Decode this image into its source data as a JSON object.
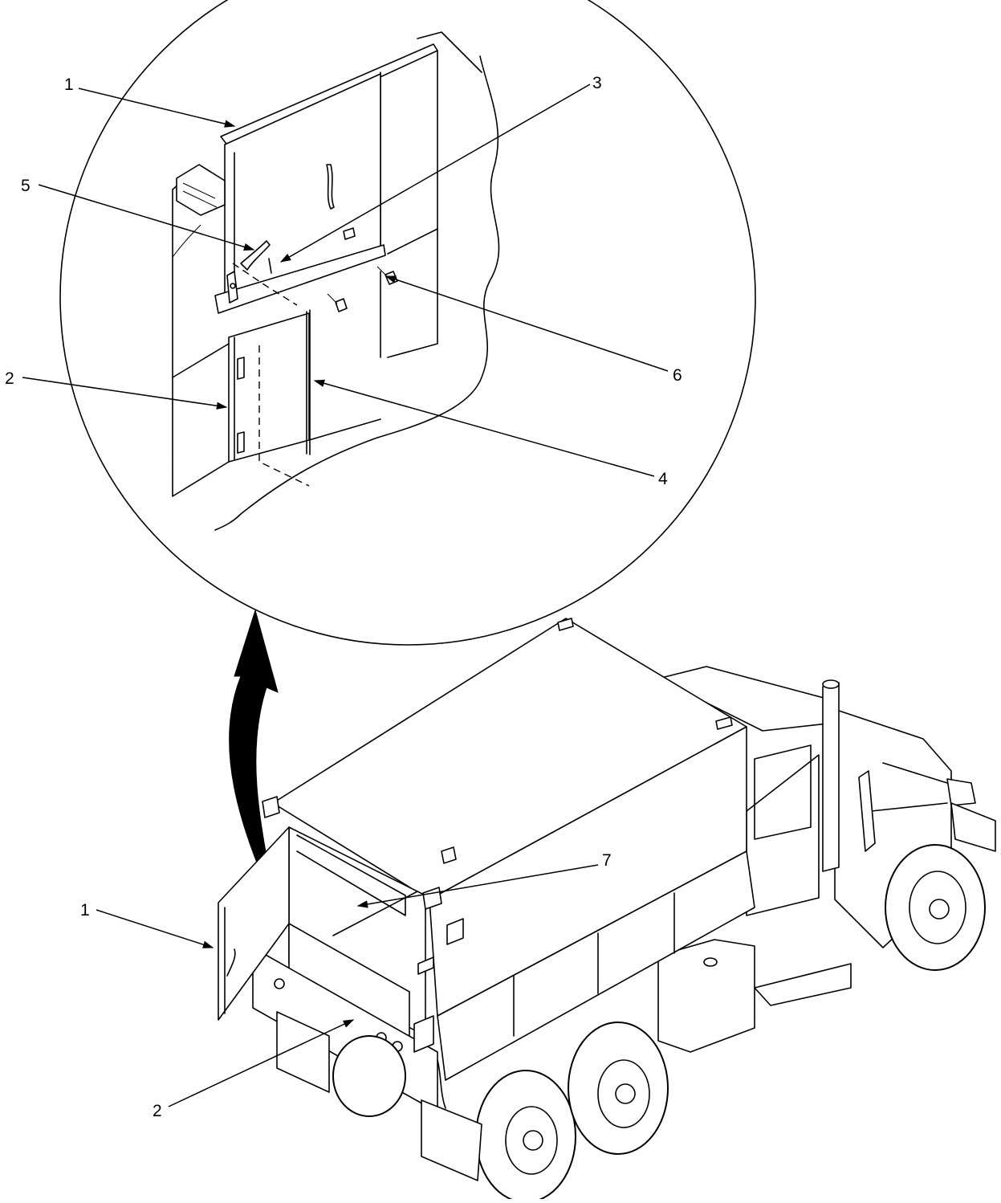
{
  "figure": {
    "type": "exploded-view-line-drawing",
    "callouts": {
      "c1_top": "1",
      "c2_top": "2",
      "c3": "3",
      "c4": "4",
      "c5": "5",
      "c6": "6",
      "c1_bottom": "1",
      "c2_bottom": "2",
      "c7": "7"
    }
  }
}
